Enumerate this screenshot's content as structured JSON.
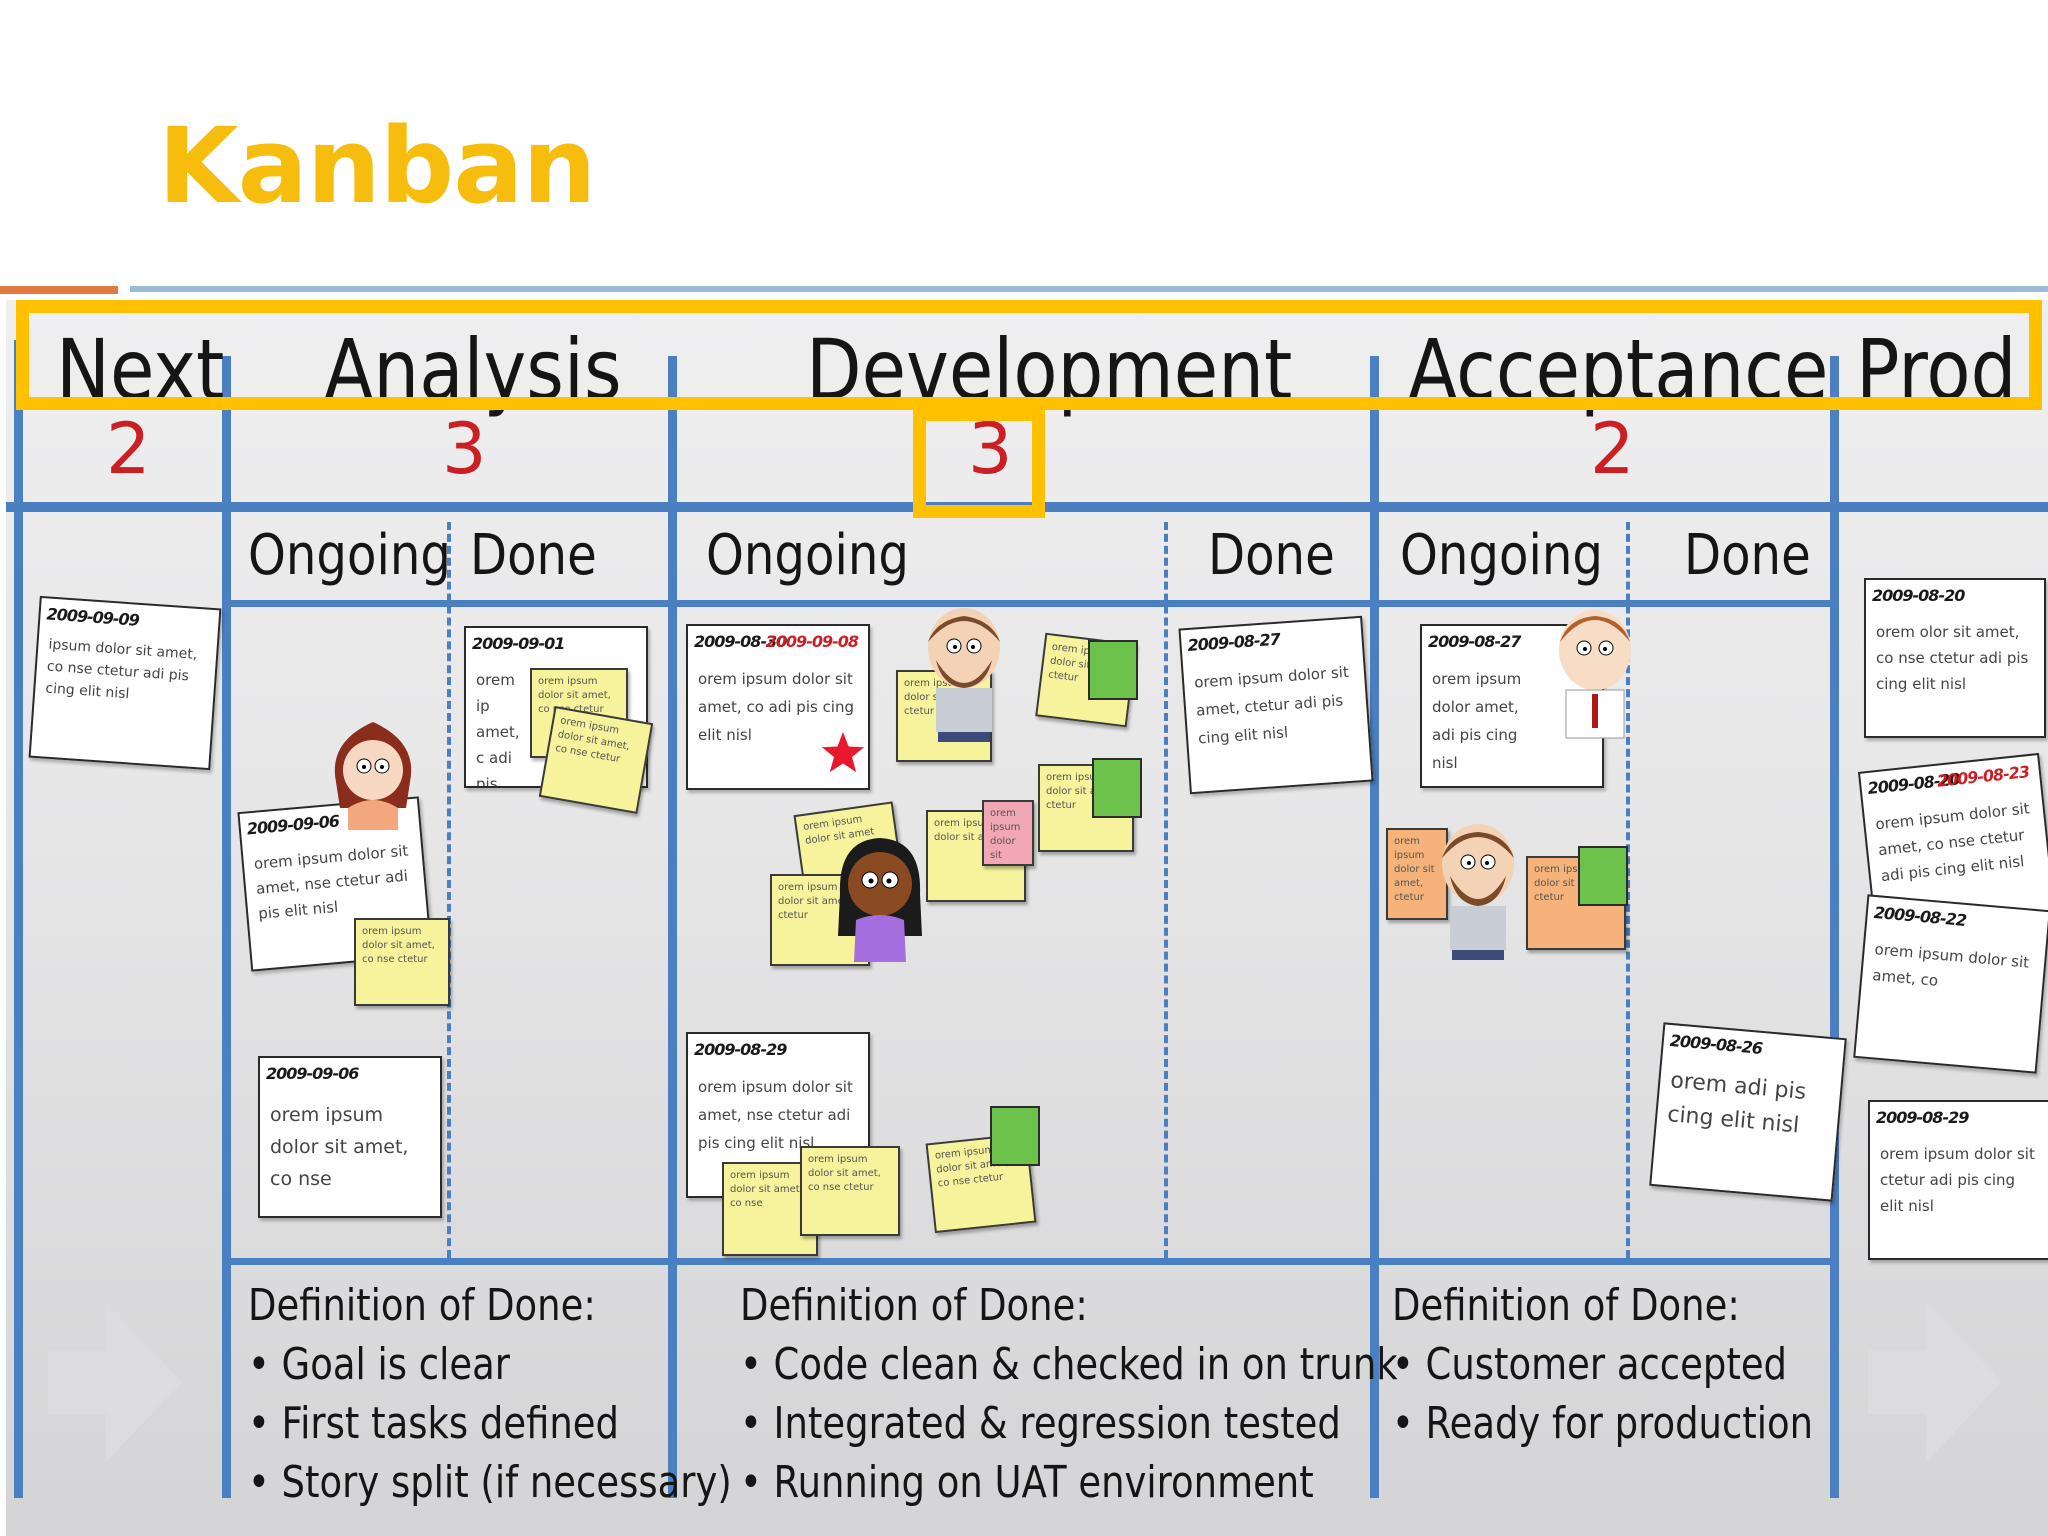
{
  "title": "Kanban",
  "colors": {
    "title": "#f6bd0f",
    "highlight": "#ffc000",
    "accent_orange": "#e2793e",
    "accent_blue": "#9dbbd8",
    "board_line": "#4a7fc1",
    "wip": "#cc1f24",
    "sticky_yellow": "#f6f39c",
    "sticky_orange": "#f5b27a",
    "sticky_pink": "#f2a8b4",
    "green_mark": "#6cc24a",
    "star": "#e8182d"
  },
  "columns": [
    {
      "name": "Next",
      "wip": "2"
    },
    {
      "name": "Analysis",
      "wip": "3"
    },
    {
      "name": "Development",
      "wip": "3"
    },
    {
      "name": "Acceptance",
      "wip": "2"
    },
    {
      "name": "Prod",
      "wip": ""
    }
  ],
  "subheaders": {
    "analysis_ongoing": "Ongoing",
    "analysis_done": "Done",
    "dev_ongoing": "Ongoing",
    "dev_done": "Done",
    "acc_ongoing": "Ongoing",
    "acc_done": "Done"
  },
  "cards": {
    "next_1": {
      "date": "2009-09-09",
      "text": "ipsum dolor sit amet, co nse ctetur adi pis cing elit nisl"
    },
    "an_ongoing_1": {
      "date": "2009-09-06",
      "text": "orem ipsum dolor sit amet, nse ctetur adi pis elit nisl"
    },
    "an_ongoing_2": {
      "date": "2009-09-06",
      "text": "orem ipsum dolor sit amet, co nse"
    },
    "an_done_1": {
      "date": "2009-09-01",
      "text": "orem ip amet, c adi pis"
    },
    "dev_ongoing_1": {
      "date": "2009-08-30",
      "date2": "2009-09-08",
      "text": "orem ipsum dolor sit amet, co adi pis cing elit nisl"
    },
    "dev_ongoing_2": {
      "date": "2009-08-29",
      "text": "orem ipsum dolor sit amet, nse ctetur adi pis cing elit nisl"
    },
    "dev_done_1": {
      "date": "2009-08-27",
      "text": "orem ipsum dolor sit amet, ctetur adi pis cing elit nisl"
    },
    "acc_ongoing_1": {
      "date": "2009-08-27",
      "text": "orem ipsum dolor amet, adi pis cing nisl"
    },
    "acc_done_1": {
      "date": "2009-08-26",
      "text": "orem adi pis cing elit nisl"
    },
    "prod_1": {
      "date": "2009-08-20",
      "text": "orem olor sit amet, co nse ctetur adi pis cing elit nisl"
    },
    "prod_2": {
      "date": "2009-08-20",
      "date2": "2009-08-23",
      "text": "orem ipsum dolor sit amet, co nse ctetur adi pis cing elit nisl"
    },
    "prod_3": {
      "date": "2009-08-22",
      "text": "orem ipsum dolor sit amet, co"
    },
    "prod_4": {
      "date": "2009-08-29",
      "text": "orem ipsum dolor sit ctetur adi pis cing elit nisl"
    }
  },
  "stickies": {
    "s1": "orem ipsum dolor sit amet, co nse ctetur",
    "s2": "orem ipsum dolor sit amet, co nse ctetur",
    "s3": "orem ipsum dolor sit amet, co nse ctetur",
    "s4": "orem ipsum dolor sit amet, ctetur",
    "s5": "orem ipsum dolor sit amet, ctetur",
    "s6": "orem ipsum dolor sit amet, ctetur",
    "s7": "orem ipsum dolor sit amet",
    "s8": "orem ipsum dolor sit amet, ctetur",
    "s9": "orem ipsum dolor sit amet",
    "s10": "orem ipsum dolor sit amet, ctetur",
    "s11": "orem ipsum dolor sit amet, co nse",
    "s12": "orem ipsum dolor sit amet, co nse ctetur",
    "s13": "orem ipsum dolor sit amet, co nse ctetur",
    "s14": "orem ipsum dolor sit amet, ctetur",
    "s15": "orem ipsum dolor sit amet, ctetur",
    "s16": "orem ipsum dolor sit amet, ctetur"
  },
  "dod": {
    "analysis": {
      "heading": "Definition of Done:",
      "items": [
        "Goal is clear",
        "First tasks defined",
        "Story split (if necessary)"
      ]
    },
    "development": {
      "heading": "Definition of Done:",
      "items": [
        "Code clean & checked in on trunk",
        "Integrated & regression tested",
        "Running on UAT environment"
      ]
    },
    "acceptance": {
      "heading": "Definition of Done:",
      "items": [
        "Customer accepted",
        "Ready for production"
      ]
    }
  }
}
